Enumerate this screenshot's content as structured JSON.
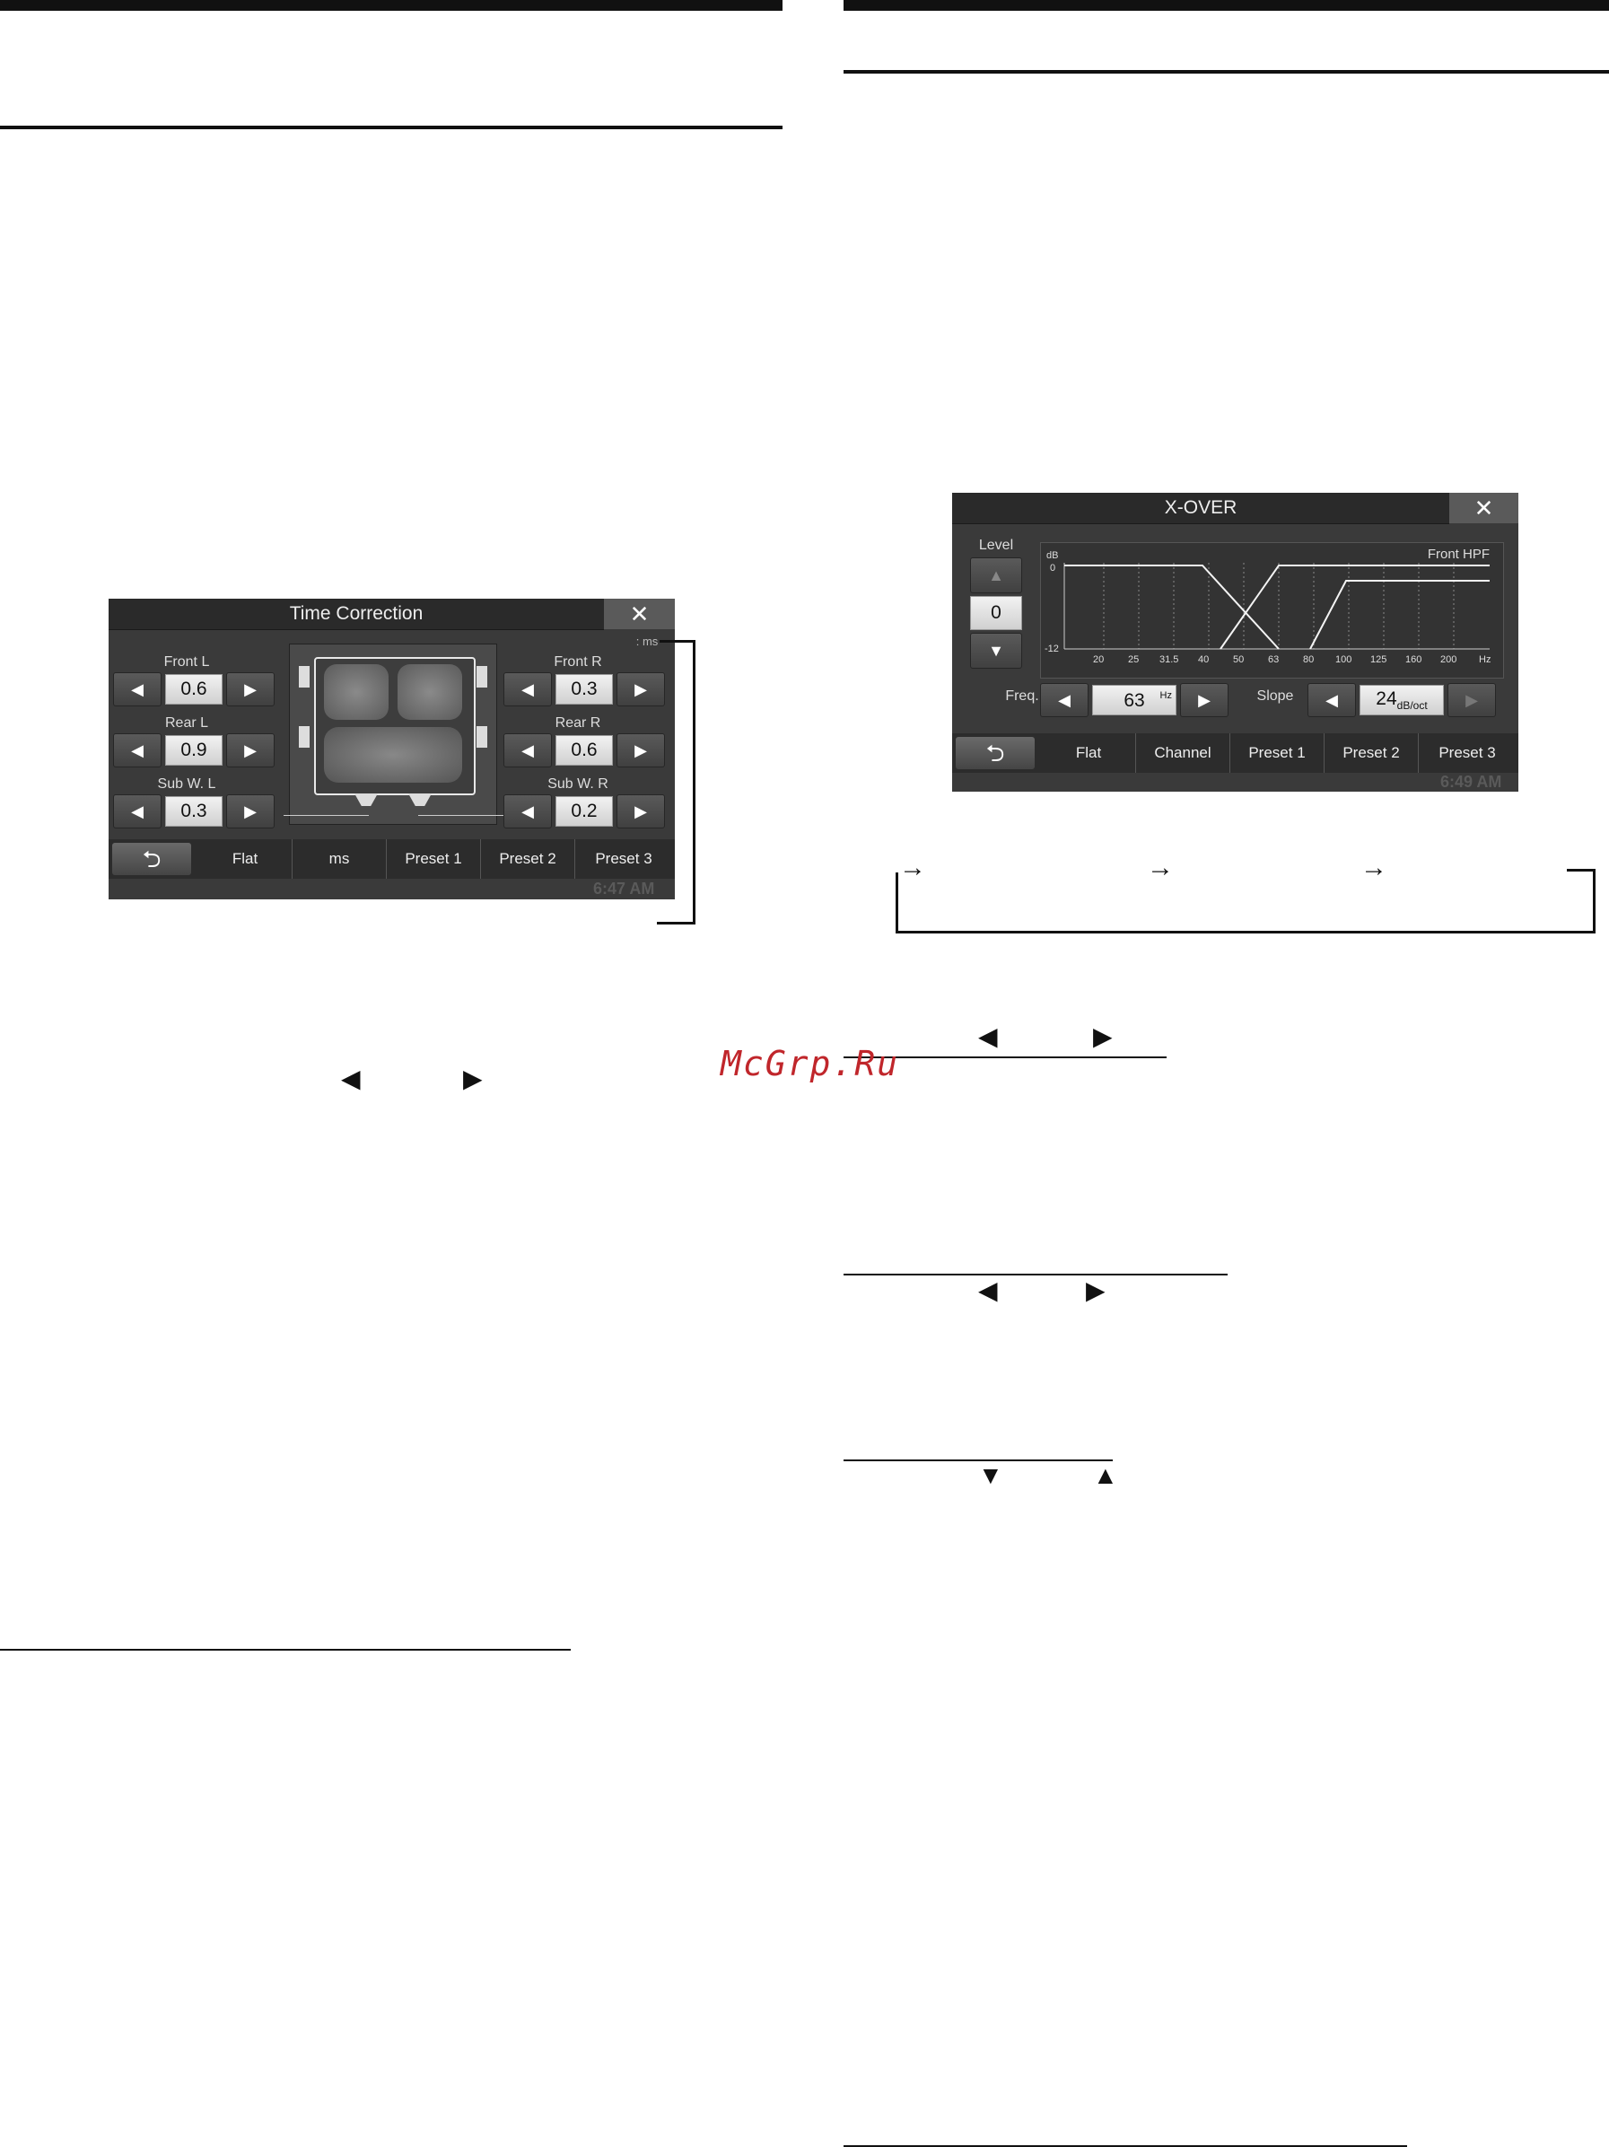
{
  "watermark": "McGrp.Ru",
  "glyphs": {
    "left": "◀",
    "right": "▶",
    "down": "▼",
    "up": "▲",
    "arrow": "→"
  },
  "time_correction": {
    "title": "Time Correction",
    "close": "✕",
    "unit": ": ms",
    "channels": [
      {
        "name": "Front L",
        "value": "0.6"
      },
      {
        "name": "Rear L",
        "value": "0.9"
      },
      {
        "name": "Sub W. L",
        "value": "0.3"
      },
      {
        "name": "Front R",
        "value": "0.3"
      },
      {
        "name": "Rear R",
        "value": "0.6"
      },
      {
        "name": "Sub W. R",
        "value": "0.2"
      }
    ],
    "toolbar": [
      "Flat",
      "ms",
      "Preset 1",
      "Preset 2",
      "Preset 3"
    ],
    "back": "⮌",
    "clock": "6:47 AM"
  },
  "xover": {
    "title": "X-OVER",
    "close": "✕",
    "level_label": "Level",
    "level_value": "0",
    "graph_title": "Front HPF",
    "db_label": "dB",
    "db_ticks": [
      "0",
      "-12"
    ],
    "freq_ticks": [
      "20",
      "25",
      "31.5",
      "40",
      "50",
      "63",
      "80",
      "100",
      "125",
      "160",
      "200",
      "Hz"
    ],
    "freq_label": "Freq.",
    "freq_value": "63",
    "freq_unit": "Hz",
    "slope_label": "Slope",
    "slope_value": "24",
    "slope_unit": "dB/oct",
    "toolbar": [
      "Flat",
      "Channel",
      "Preset 1",
      "Preset 2",
      "Preset 3"
    ],
    "back": "⮌",
    "clock": "6:49 AM"
  }
}
